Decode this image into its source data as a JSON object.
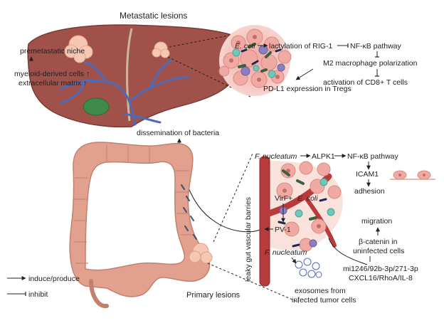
{
  "figure": {
    "metastatic_title": "Metastatic lesions",
    "primary_title": "Primary lesions",
    "liver_labels": {
      "premetastatic": "premetastatic niche",
      "myeloid": "myeloid-derived cells ↑",
      "ecm": "extracellular matrix ↑"
    },
    "dissemination": "dissemination of bacteria",
    "metastatic_pathway": {
      "ecoli": "E. coli",
      "lactylation": "lactylation of RIG-1",
      "nfkb": "NF-κB pathway",
      "m2": "M2 macrophage polarization",
      "cd8": "activation of CD8+ T cells",
      "pdl1": "PD-L1 expression in Tregs"
    },
    "primary_pathway": {
      "fnuc": "F. nucleatum",
      "alpk1": "ALPK1",
      "nfkb": "NF-κB pathway",
      "icam1": "ICAM1",
      "adhesion": "adhesion",
      "migration": "migration",
      "bcatenin_1": "β-catenin in",
      "bcatenin_2": "uninfected cells",
      "mirna": "mi1246/92b-3p/271-3p",
      "cxcl": "CXCL16/RhoA/IL-8",
      "exo_1": "exosomes from",
      "exo_2": "infected tumor cells",
      "virf": "VirF+",
      "virf_ecoli": "E. coli",
      "pv1": "PV-1",
      "fnuc2": "F. nucleatum",
      "barrier": "leaky gut vascular barries"
    },
    "legend": {
      "induce": "induce/produce",
      "inhibit": "inhibit"
    }
  },
  "colors": {
    "liver": "#a0524a",
    "colon": "#e2a08e",
    "vessel": "#b83b3b",
    "vein": "#4f6bb8",
    "tumor": "#f6c7b4"
  }
}
